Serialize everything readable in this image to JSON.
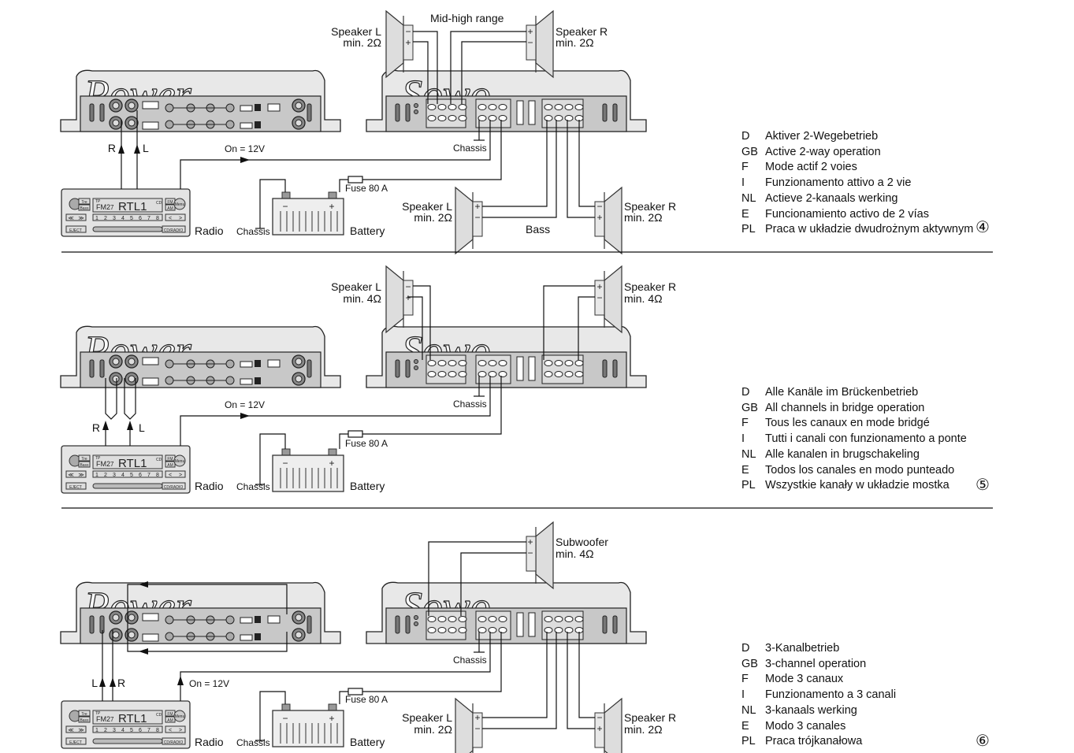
{
  "diagrams": [
    {
      "number": "④",
      "labels": {
        "top_group": "Mid-high range",
        "bottom_group": "Bass",
        "speaker_tl": "Speaker L",
        "speaker_tl_imp": "min. 2Ω",
        "speaker_tr": "Speaker R",
        "speaker_tr_imp": "min. 2Ω",
        "speaker_bl": "Speaker L",
        "speaker_bl_imp": "min. 2Ω",
        "speaker_br": "Speaker R",
        "speaker_br_imp": "min. 2Ω",
        "remote": "On = 12V",
        "input_left": "R",
        "input_right": "L",
        "radio": "Radio",
        "battery": "Battery",
        "chassis_bat": "Chassis",
        "chassis_amp": "Chassis",
        "fuse": "Fuse 80 A"
      },
      "legend": [
        {
          "code": "D",
          "text": "Aktiver 2-Wegebetrieb"
        },
        {
          "code": "GB",
          "text": "Active 2-way operation"
        },
        {
          "code": "F",
          "text": "Mode actif 2 voies"
        },
        {
          "code": "I",
          "text": "Funzionamento attivo a 2 vie"
        },
        {
          "code": "NL",
          "text": "Actieve 2-kanaals werking"
        },
        {
          "code": "E",
          "text": "Funcionamiento activo de 2 vías"
        },
        {
          "code": "PL",
          "text": "Praca w układzie dwudrożnym aktywnym"
        }
      ]
    },
    {
      "number": "⑤",
      "labels": {
        "speaker_tl": "Speaker L",
        "speaker_tl_imp": "min. 4Ω",
        "speaker_tr": "Speaker R",
        "speaker_tr_imp": "min. 4Ω",
        "remote": "On = 12V",
        "input_left": "R",
        "input_right": "L",
        "radio": "Radio",
        "battery": "Battery",
        "chassis_bat": "Chassis",
        "chassis_amp": "Chassis",
        "fuse": "Fuse 80 A"
      },
      "legend": [
        {
          "code": "D",
          "text": "Alle Kanäle im Brückenbetrieb"
        },
        {
          "code": "GB",
          "text": "All channels in bridge operation"
        },
        {
          "code": "F",
          "text": "Tous les canaux en mode bridgé"
        },
        {
          "code": "I",
          "text": "Tutti i canali con funzionamento a ponte"
        },
        {
          "code": "NL",
          "text": "Alle kanalen in brugschakeling"
        },
        {
          "code": "E",
          "text": "Todos los canales en modo punteado"
        },
        {
          "code": "PL",
          "text": "Wszystkie kanały w układzie mostka"
        }
      ]
    },
    {
      "number": "⑥",
      "labels": {
        "subwoofer": "Subwoofer",
        "subwoofer_imp": "min. 4Ω",
        "speaker_bl": "Speaker L",
        "speaker_bl_imp": "min. 2Ω",
        "speaker_br": "Speaker R",
        "speaker_br_imp": "min. 2Ω",
        "remote": "On = 12V",
        "input_left": "L",
        "input_right": "R",
        "radio": "Radio",
        "battery": "Battery",
        "chassis_bat": "Chassis",
        "chassis_amp": "Chassis",
        "fuse": "Fuse 80 A"
      },
      "legend": [
        {
          "code": "D",
          "text": "3-Kanalbetrieb"
        },
        {
          "code": "GB",
          "text": "3-channel operation"
        },
        {
          "code": "F",
          "text": "Mode 3 canaux"
        },
        {
          "code": "I",
          "text": "Funzionamento a 3 canali"
        },
        {
          "code": "NL",
          "text": "3-kanaals werking"
        },
        {
          "code": "E",
          "text": "Modo 3 canales"
        },
        {
          "code": "PL",
          "text": "Praca trójkanałowa"
        }
      ]
    }
  ],
  "radio_display": {
    "band": "FM2",
    "preset": "7",
    "station": "RTL1",
    "tp": "TP",
    "cd": "CD",
    "buttons": [
      "Tre",
      "Bass",
      "FM",
      "AM",
      "Menu",
      "EJECT",
      "CD/RADIO"
    ],
    "presets": [
      "1",
      "2",
      "3",
      "4",
      "5",
      "6",
      "7",
      "8"
    ],
    "nav": [
      "≪",
      "≫",
      "<",
      ">"
    ]
  },
  "terminal_symbols": {
    "plus": "+",
    "minus": "−"
  }
}
